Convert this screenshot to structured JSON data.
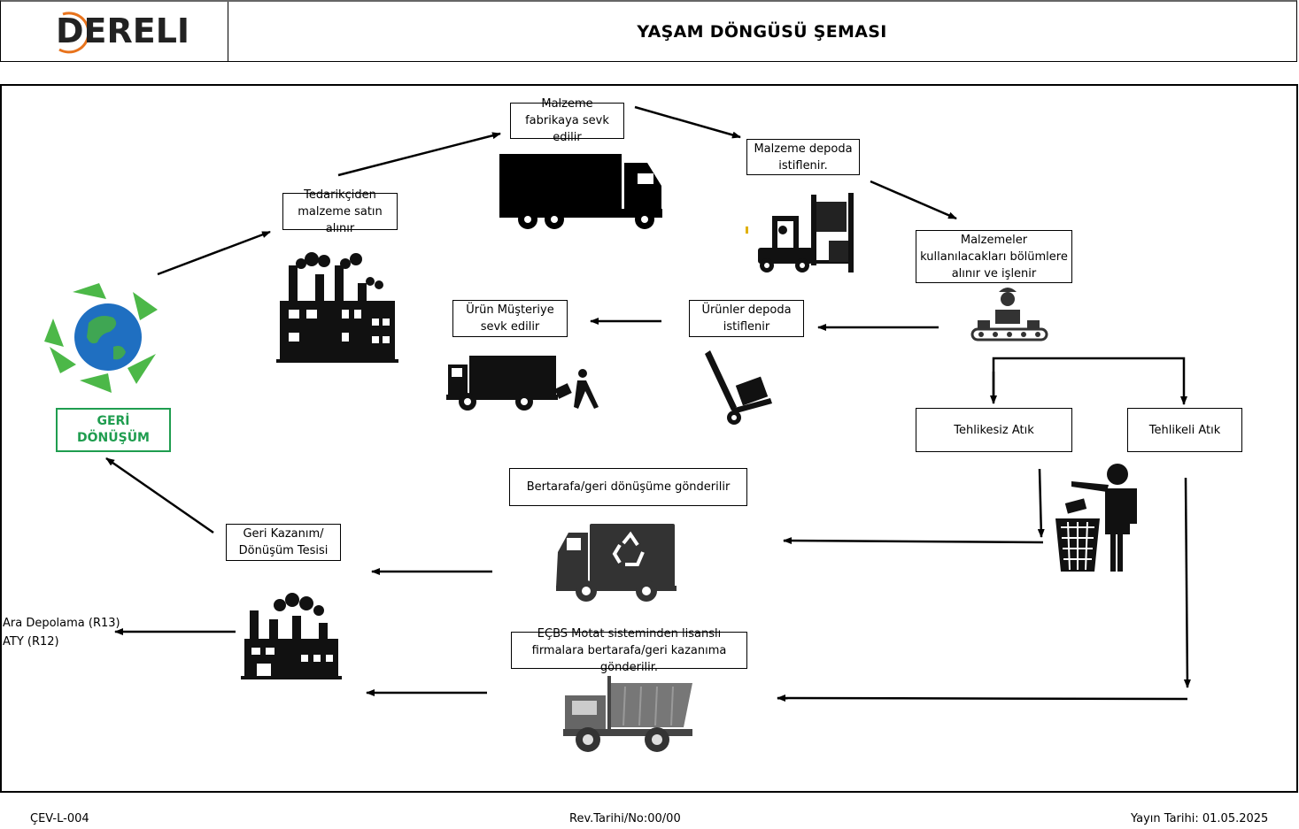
{
  "header": {
    "logo_text": "DERELI",
    "title": "YAŞAM DÖNGÜSÜ ŞEMASI"
  },
  "steps": {
    "supplier": "Tedarikçiden malzeme satın alınır",
    "to_factory": "Malzeme fabrikaya sevk edilir",
    "warehouse": "Malzeme depoda istiflenir.",
    "processing": "Malzemeler kullanılacakları bölümlere alınır ve işlenir",
    "products_stored": "Ürünler depoda istiflenir",
    "to_customer": "Ürün Müşteriye sevk edilir",
    "recycling": "GERİ DÖNÜŞÜM",
    "non_hazardous": "Tehlikesiz Atık",
    "hazardous": "Tehlikeli Atık",
    "disposal": "Bertarafa/geri dönüşüme gönderilir",
    "recovery_facility": "Geri Kazanım/ Dönüşüm Tesisi",
    "ecbs": "EÇBS Motat sisteminden lisanslı firmalara bertarafa/geri kazanıma gönderilir.",
    "storage_line1": "Ara Depolama (R13)",
    "storage_line2": "ATY (R12)"
  },
  "footer": {
    "doc_code": "ÇEV-L-004",
    "revision": "Rev.Tarihi/No:00/00",
    "publish_date": "Yayın Tarihi: 01.05.2025"
  },
  "colors": {
    "accent_green": "#1f9d4f",
    "logo_orange": "#e8731c"
  }
}
